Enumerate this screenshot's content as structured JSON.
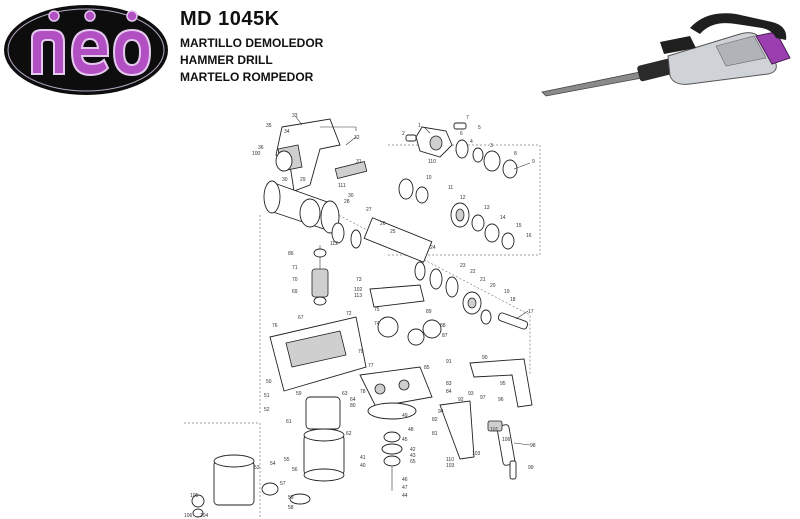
{
  "brand": {
    "logo_text": "nēō",
    "colors": {
      "oval": "#0d0d0d",
      "ring": "#b7a8c4",
      "letters": "#b24fc2",
      "accent": "#9b3fb0"
    }
  },
  "header": {
    "model": "MD 1045K",
    "names": [
      "MARTILLO DEMOLEDOR",
      "HAMMER DRILL",
      "MARTELO ROMPEDOR"
    ]
  },
  "diagram": {
    "labels": {
      "n1": "1",
      "n2": "2",
      "n3": "3",
      "n4": "4",
      "n5": "5",
      "n6": "6",
      "n7": "7",
      "n8": "8",
      "n9": "9",
      "n10": "10",
      "n11": "11",
      "n12": "12",
      "n13": "13",
      "n14": "14",
      "n15": "15",
      "n16": "16",
      "n17": "17",
      "n18": "18",
      "n19": "19",
      "n20": "20",
      "n21": "21",
      "n22": "22",
      "n23": "23",
      "n24": "24",
      "n25": "25",
      "n26": "26",
      "n27": "27",
      "n28": "28",
      "n29": "29",
      "n30": "30",
      "n31": "31",
      "n32": "32",
      "n33": "33",
      "n34": "34",
      "n35": "35",
      "n36": "36",
      "n40": "40",
      "n41": "41",
      "n42": "42",
      "n43": "43",
      "n44": "44",
      "n45": "45",
      "n46": "46",
      "n47": "47",
      "n48": "48",
      "n49": "49",
      "n50": "50",
      "n51": "51",
      "n52": "52",
      "n53": "53",
      "n54": "54",
      "n55": "55",
      "n56": "56",
      "n57": "57",
      "n58": "58",
      "n59": "59",
      "n61": "61",
      "n62": "62",
      "n63": "63",
      "n64": "64",
      "n65": "65",
      "n67": "67",
      "n69": "69",
      "n70": "70",
      "n71": "71",
      "n72": "72",
      "n73": "73",
      "n74": "74",
      "n75": "75",
      "n76": "76",
      "n77": "77",
      "n78": "78",
      "n79": "79",
      "n80": "80",
      "n81": "81",
      "n82": "82",
      "n83": "83",
      "n84": "84",
      "n85": "85",
      "n86": "86",
      "n87": "87",
      "n88": "88",
      "n89": "89",
      "n90": "90",
      "n91": "91",
      "n92": "92",
      "n93": "93",
      "n94": "94",
      "n95": "95",
      "n96": "96",
      "n97": "97",
      "n98": "98",
      "n99": "99",
      "n100": "100",
      "n101": "101",
      "n102": "102",
      "n103": "103",
      "n104": "104",
      "n105": "105",
      "n106": "106",
      "n110": "110",
      "n111": "111",
      "n112": "112",
      "n113": "113"
    }
  }
}
